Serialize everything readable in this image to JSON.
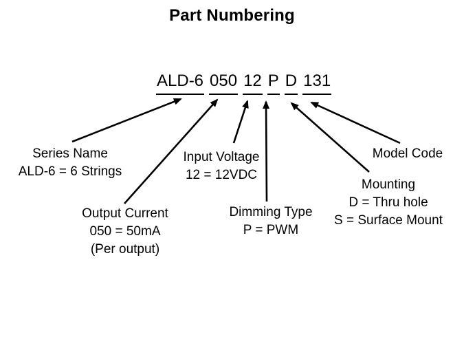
{
  "title": "Part Numbering",
  "part_number": {
    "full": "ALD-6 050 12 P D 131",
    "segments": [
      "ALD-6",
      "050",
      "12",
      "P",
      "D",
      "131"
    ]
  },
  "labels": {
    "series_name": {
      "lines": [
        "Series Name",
        "ALD-6 = 6 Strings"
      ]
    },
    "output_current": {
      "lines": [
        "Output Current",
        "050 = 50mA",
        "(Per output)"
      ]
    },
    "input_voltage": {
      "lines": [
        "Input Voltage",
        "12 = 12VDC"
      ]
    },
    "dimming_type": {
      "lines": [
        "Dimming Type",
        "P = PWM"
      ]
    },
    "mounting": {
      "lines": [
        "Mounting",
        "D = Thru hole",
        "S = Surface Mount"
      ]
    },
    "model_code": {
      "lines": [
        "Model Code"
      ]
    }
  },
  "arrows": [
    {
      "from": "series_name",
      "to": "ALD-6"
    },
    {
      "from": "output_current",
      "to": "050"
    },
    {
      "from": "input_voltage",
      "to": "12"
    },
    {
      "from": "dimming_type",
      "to": "P"
    },
    {
      "from": "mounting",
      "to": "D"
    },
    {
      "from": "model_code",
      "to": "131"
    }
  ],
  "colors": {
    "background": "#ffffff",
    "text": "#000000",
    "line": "#000000"
  }
}
